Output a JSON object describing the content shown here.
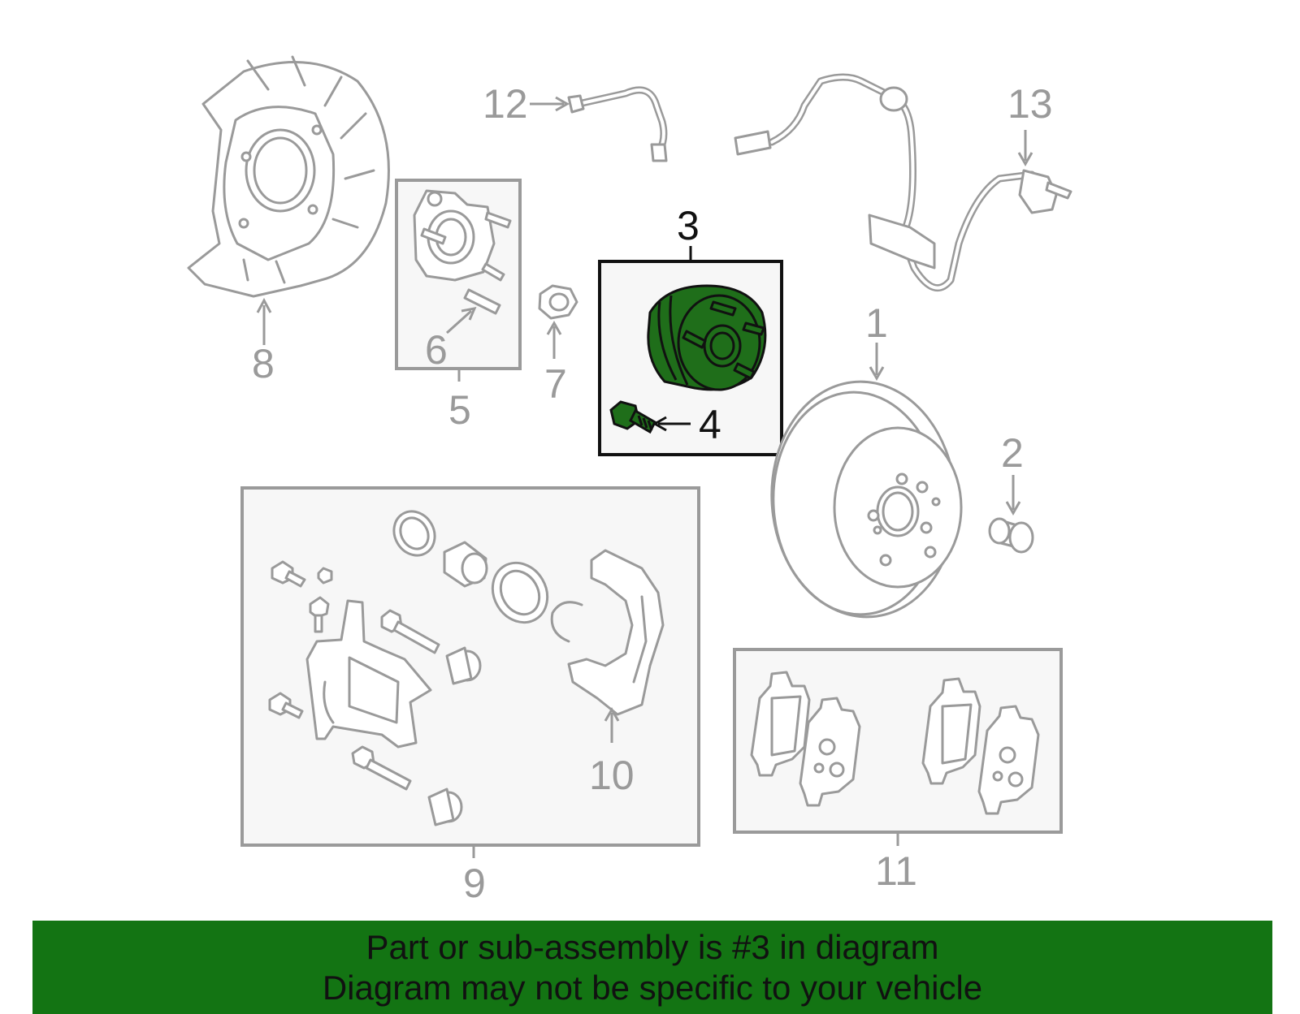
{
  "diagram": {
    "callouts": {
      "c1": "1",
      "c2": "2",
      "c3": "3",
      "c4": "4",
      "c5": "5",
      "c6": "6",
      "c7": "7",
      "c8": "8",
      "c9": "9",
      "c10": "10",
      "c11": "11",
      "c12": "12",
      "c13": "13"
    },
    "highlighted_part": "3",
    "colors": {
      "highlight_fill": "#1f6e1a",
      "banner": "#137413",
      "outline": "#9a9a9a"
    }
  },
  "banner": {
    "line1": "Part or sub-assembly is #3 in diagram",
    "line2": "Diagram may not be specific to your vehicle"
  }
}
